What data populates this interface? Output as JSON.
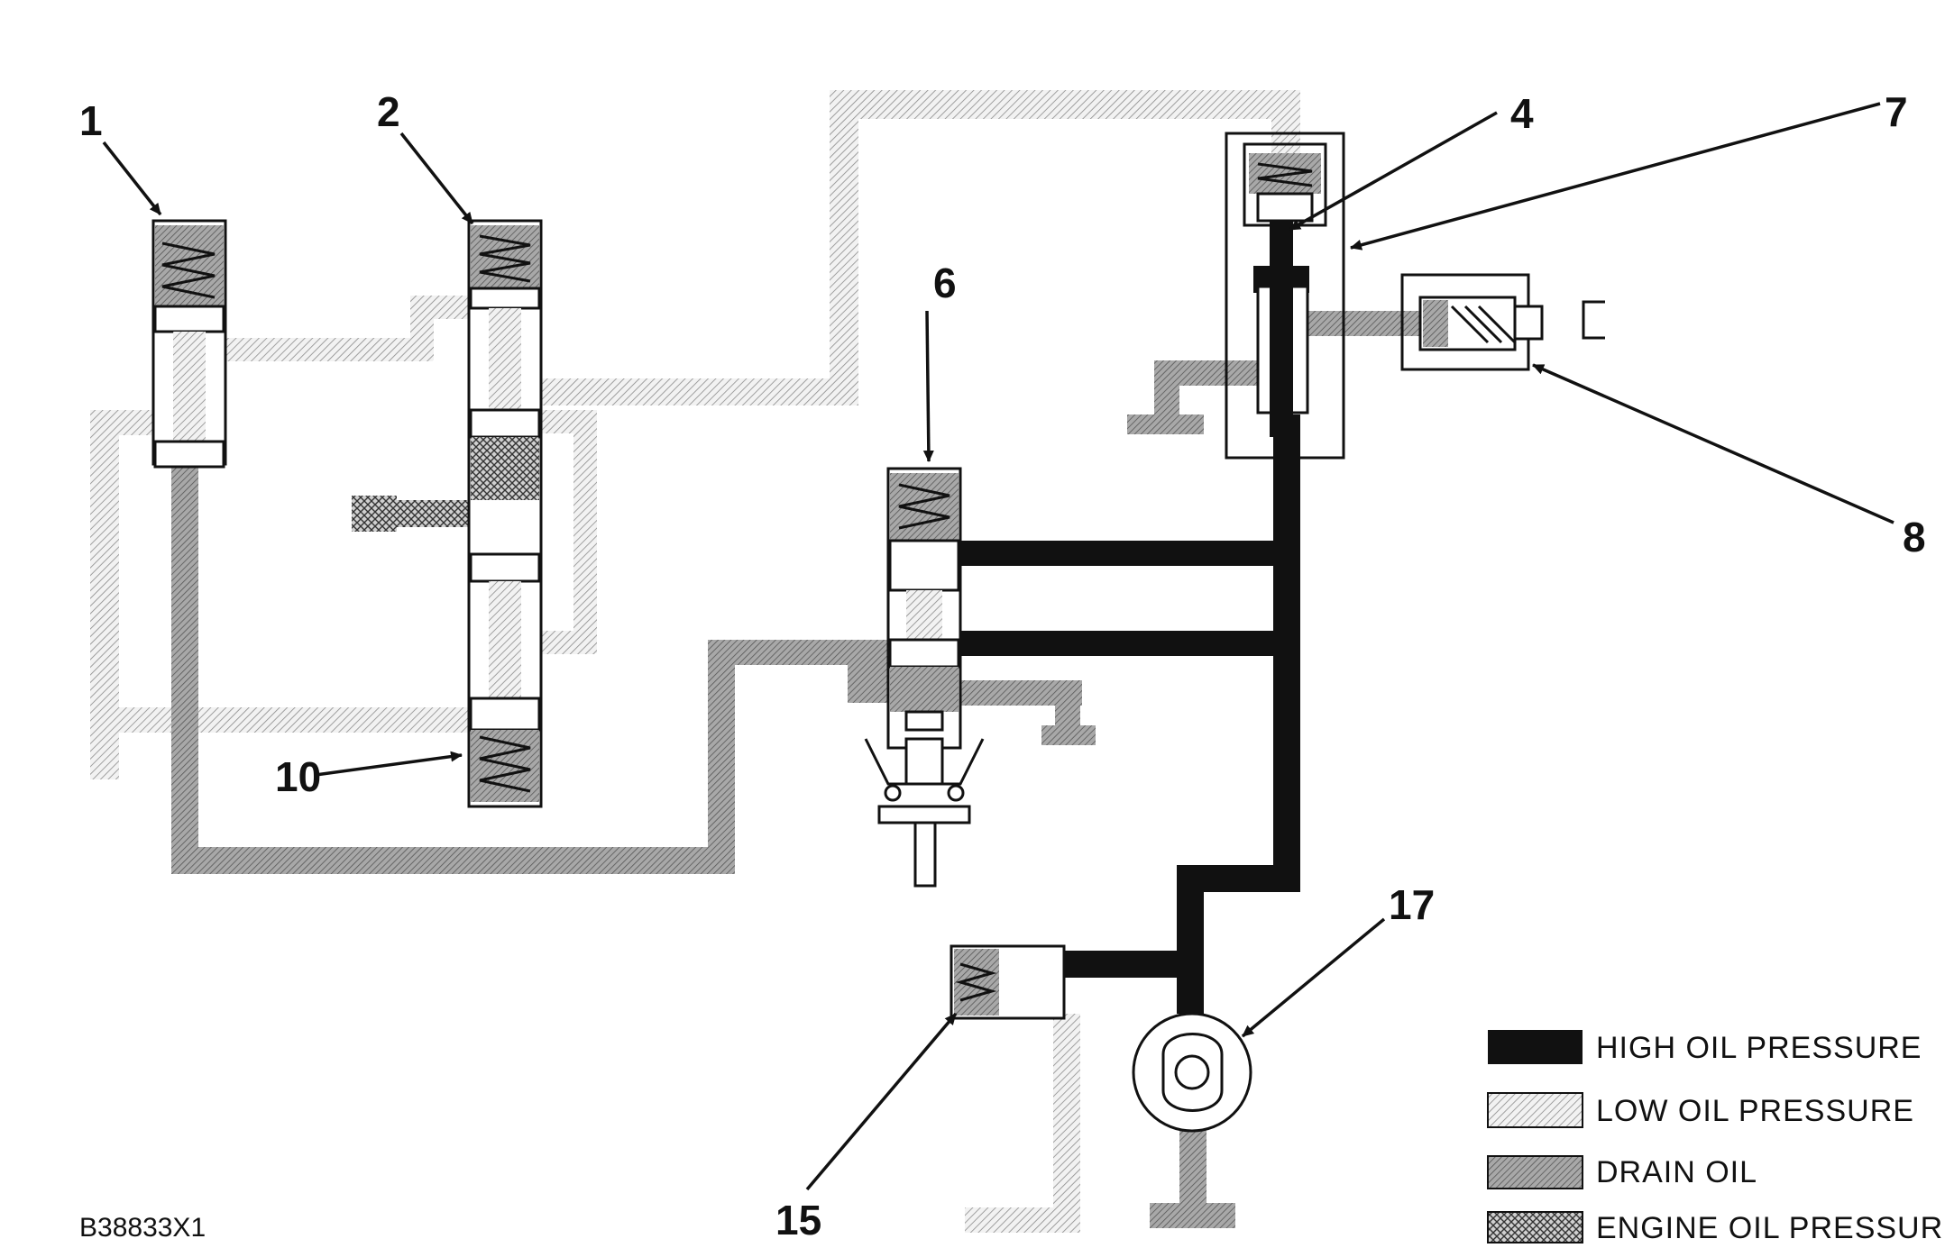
{
  "figure_id": "B38833X1",
  "callouts": {
    "c1": "1",
    "c2": "2",
    "c4": "4",
    "c6": "6",
    "c7": "7",
    "c8": "8",
    "c10": "10",
    "c15": "15",
    "c17": "17"
  },
  "legend": {
    "high": "HIGH OIL PRESSURE",
    "low": "LOW OIL PRESSURE",
    "drain": "DRAIN OIL",
    "engine": "ENGINE OIL PRESSURE"
  },
  "colors": {
    "high": "#111111",
    "low": "#e4e4e4",
    "drain": "#9a9a9a",
    "engine": "#7a7a7a"
  }
}
